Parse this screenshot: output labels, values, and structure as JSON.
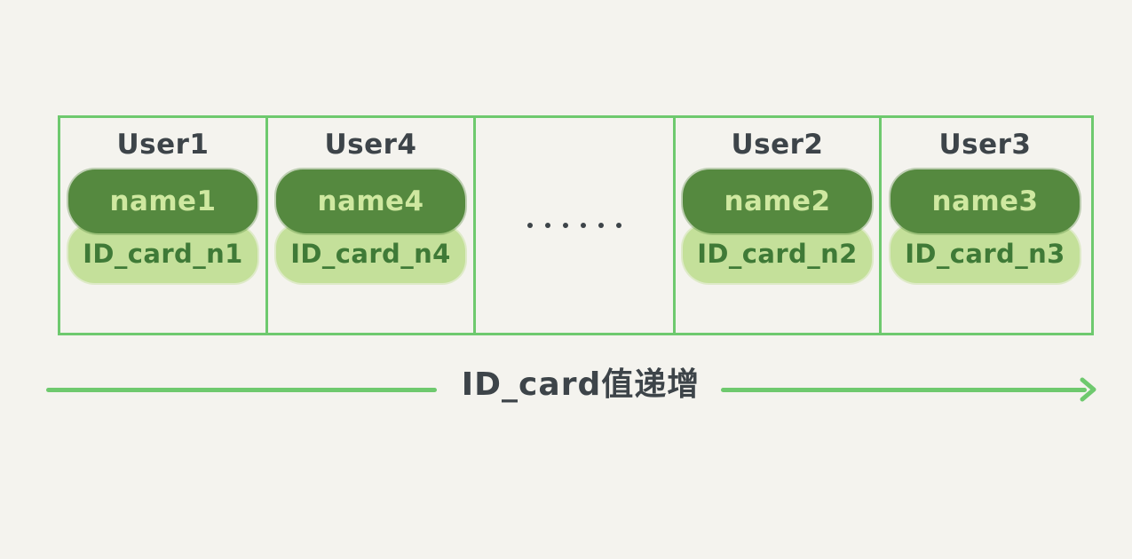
{
  "diagram": {
    "title_caption": "ID_card值递增",
    "colors": {
      "background": "#f4f3ee",
      "border_green": "#6ec96e",
      "pill_dark_green": "#55893f",
      "pill_light_green": "#c4e09a",
      "name_text": "#cfe8a0",
      "id_text": "#3f7a37",
      "title_text": "#3d4449",
      "arrow_green": "#6ec96e"
    },
    "cells": [
      {
        "title": "User1",
        "name": "name1",
        "id_card": "ID_card_n1",
        "is_ellipsis": false
      },
      {
        "title": "User4",
        "name": "name4",
        "id_card": "ID_card_n4",
        "is_ellipsis": false
      },
      {
        "title": "",
        "name": "",
        "id_card": "",
        "is_ellipsis": true,
        "ellipsis_dot_count": 6
      },
      {
        "title": "User2",
        "name": "name2",
        "id_card": "ID_card_n2",
        "is_ellipsis": false
      },
      {
        "title": "User3",
        "name": "name3",
        "id_card": "ID_card_n3",
        "is_ellipsis": false
      }
    ],
    "arrow": {
      "direction": "right",
      "label": "ID_card值递增"
    }
  }
}
